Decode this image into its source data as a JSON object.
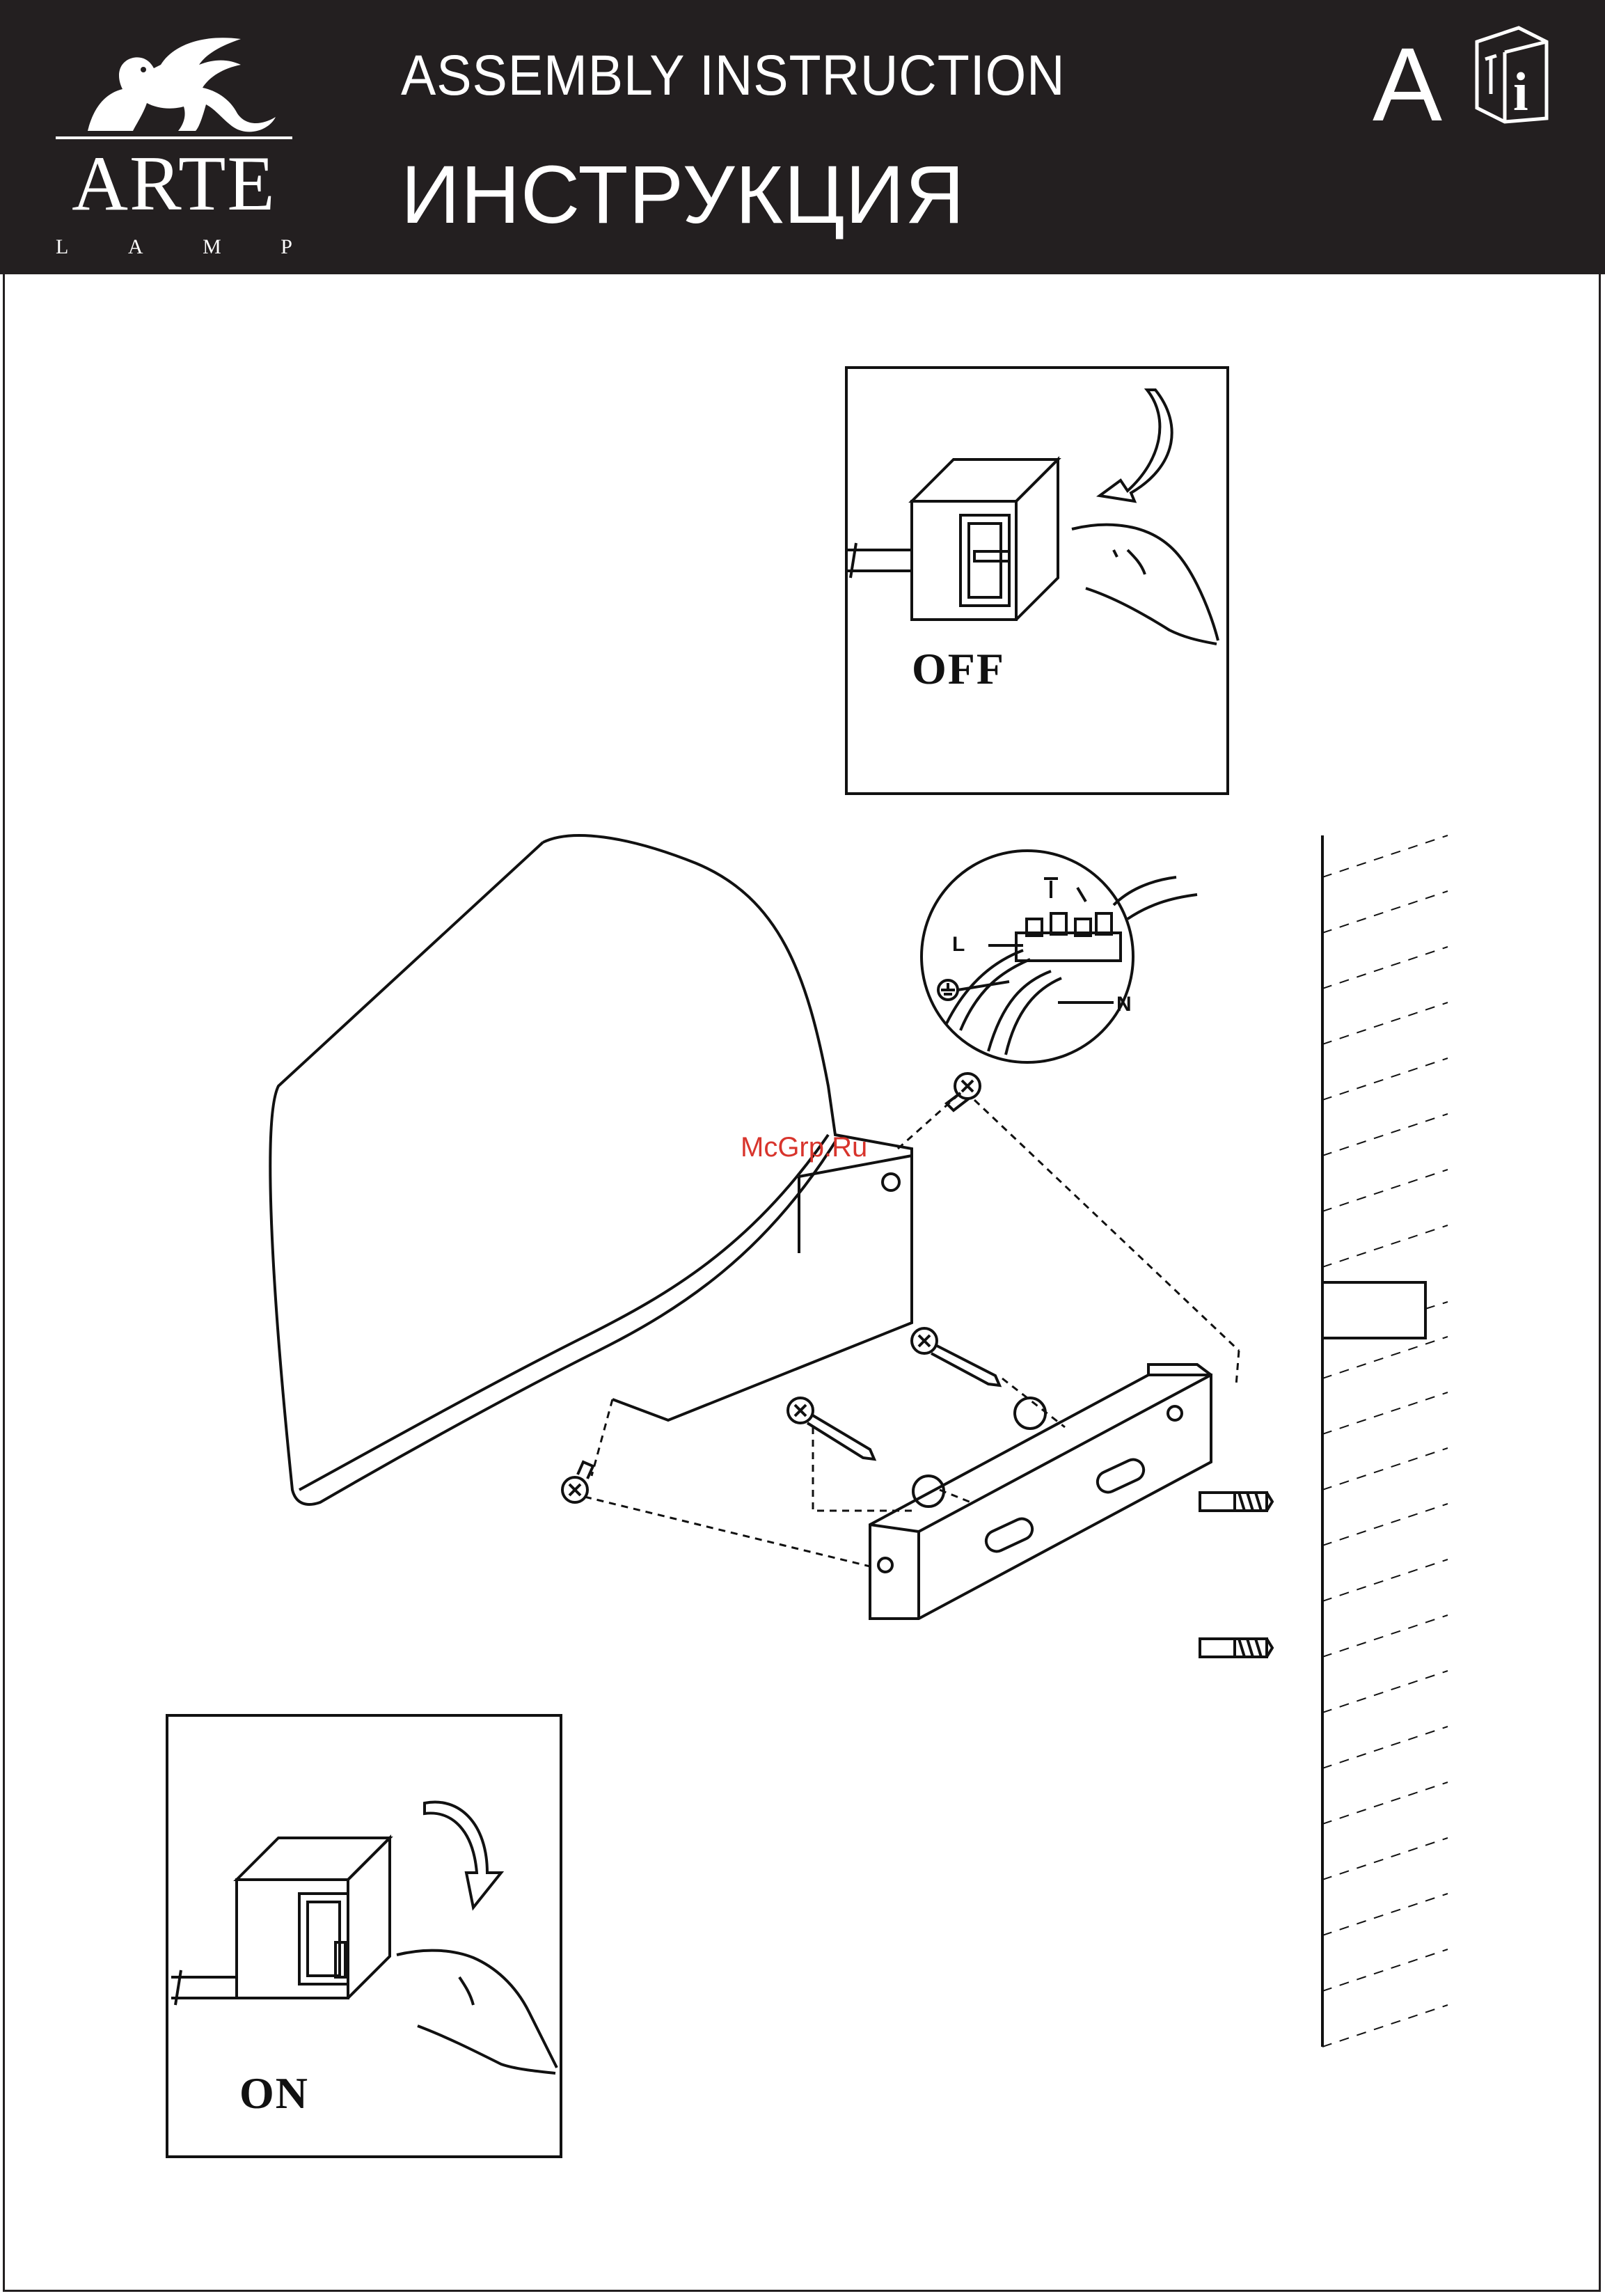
{
  "header": {
    "brand": "ARTE",
    "brand_sub": [
      "L",
      "A",
      "M",
      "P"
    ],
    "title_en": "ASSEMBLY  INSTRUCTION",
    "title_ru": "ИНСТРУКЦИЯ",
    "section_letter": "A"
  },
  "panels": {
    "off_label": "OFF",
    "on_label": "ON"
  },
  "wiring": {
    "live_label": "L",
    "neutral_label": "N"
  },
  "watermark": "McGrp.Ru",
  "icons": [
    "griffin-logo-icon",
    "manual-info-icon",
    "switch-icon",
    "hand-icon",
    "arrow-icon",
    "screw-icon",
    "wall-plug-icon",
    "ground-symbol-icon"
  ]
}
